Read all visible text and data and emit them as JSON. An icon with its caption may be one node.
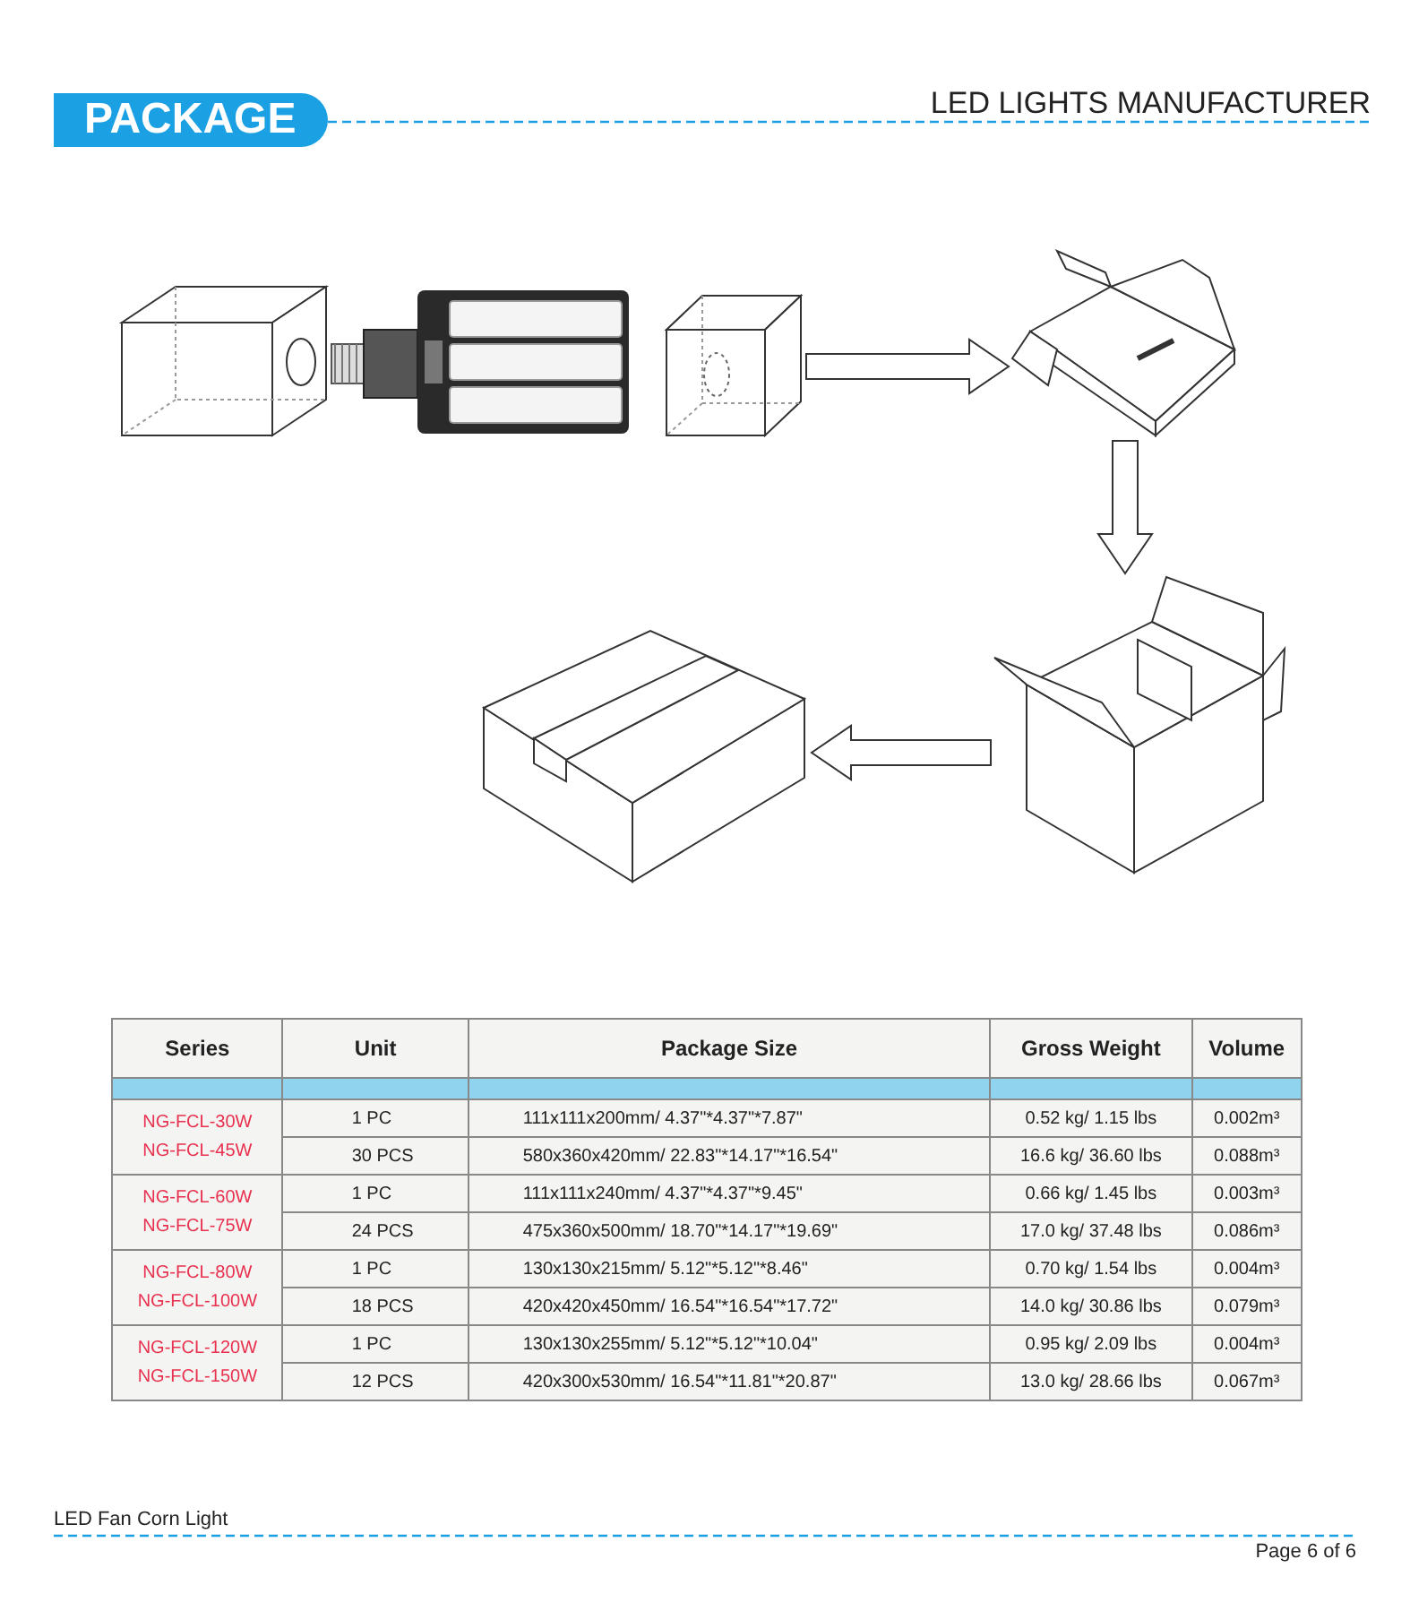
{
  "diagram": {
    "title": "PACKAGE",
    "nodes": [
      {
        "text": [],
        "shape": "box"
      },
      {
        "text": [],
        "shape": "picture"
      },
      {
        "text": [],
        "shape": "box"
      },
      {
        "text": [],
        "shape": "picture"
      },
      {
        "text": [],
        "shape": "picture"
      },
      {
        "text": [],
        "shape": "picture"
      }
    ],
    "edges": [
      {
        "from": 2,
        "to": 3,
        "arrow": "to"
      },
      {
        "from": 3,
        "to": 4,
        "arrow": "to"
      },
      {
        "from": 4,
        "to": 5,
        "arrow": "to"
      }
    ],
    "labels": [
      "LED LIGHTS MANUFACTURER",
      "Series",
      "Unit",
      "Package Size",
      "Gross Weight",
      "Volume",
      "NG-FCL-30W",
      "NG-FCL-45W",
      "1 PC",
      "111x111x200mm/ 4.37\"*4.37\"*7.87\"",
      "0.52 kg/ 1.15 lbs",
      "0.002m³",
      "30 PCS",
      "580x360x420mm/ 22.83\"*14.17\"*16.54\"",
      "16.6 kg/ 36.60 lbs",
      "0.088m³",
      "NG-FCL-60W",
      "NG-FCL-75W",
      "1 PC",
      "111x111x240mm/ 4.37\"*4.37\"*9.45\"",
      "0.66 kg/ 1.45 lbs",
      "0.003m³",
      "24 PCS",
      "475x360x500mm/ 18.70\"*14.17\"*19.69\"",
      "17.0 kg/ 37.48 lbs",
      "0.086m³",
      "NG-FCL-80W",
      "NG-FCL-100W",
      "1 PC",
      "130x130x215mm/ 5.12\"*5.12\"*8.46\"",
      "0.70 kg/ 1.54 lbs",
      "0.004m³",
      "18 PCS",
      "420x420x450mm/ 16.54\"*16.54\"*17.72\"",
      "14.0 kg/ 30.86 lbs",
      "0.079m³",
      "NG-FCL-120W",
      "NG-FCL-150W",
      "1 PC",
      "130x130x255mm/ 5.12\"*5.12\"*10.04\"",
      "0.95 kg/ 2.09 lbs",
      "0.004m³",
      "12 PCS",
      "420x300x530mm/ 16.54\"*11.81\"*20.87\"",
      "13.0 kg/ 28.66 lbs",
      "0.067m³",
      "LED Fan Corn Light",
      "Page 6 of 6"
    ]
  }
}
